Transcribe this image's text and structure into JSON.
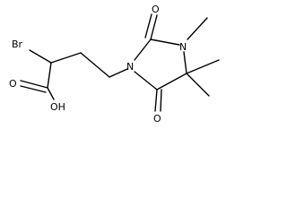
{
  "molecule": {
    "atoms": {
      "br": "Br",
      "oh": "OH",
      "o_carbonyl_acid": "O",
      "o_urea": "O",
      "o_imide": "O",
      "n1": "N",
      "n3": "N"
    },
    "colors": {
      "bond": "#000000",
      "text": "#000000",
      "background": "#ffffff"
    }
  }
}
